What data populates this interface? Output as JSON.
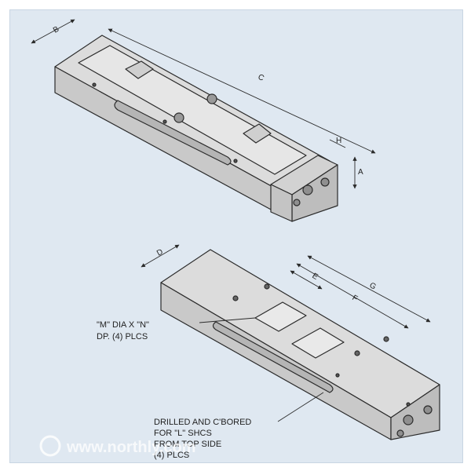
{
  "colors": {
    "background": "#dfe8f1",
    "outline": "#2b2b2b",
    "body_top": "#dcdcdc",
    "body_side": "#c9c9c9",
    "body_end": "#bdbdbd",
    "watermark": "#ffffff"
  },
  "top_view": {
    "dimensions": {
      "b": "B",
      "c": "C",
      "h": "H",
      "a": "A"
    }
  },
  "bottom_view": {
    "dimensions": {
      "d": "D",
      "e": "E",
      "f": "F",
      "g": "G"
    },
    "callout_m": {
      "line1": "\"M\" DIA X \"N\"",
      "line2": "DP. (4) PLCS"
    },
    "callout_l": {
      "line1": "DRILLED AND C'BORED",
      "line2": "FOR \"L\" SHCS",
      "line3": "FROM TOP SIDE",
      "line4": "(4) PLCS"
    }
  },
  "watermark": {
    "text": "www.northly.com"
  }
}
